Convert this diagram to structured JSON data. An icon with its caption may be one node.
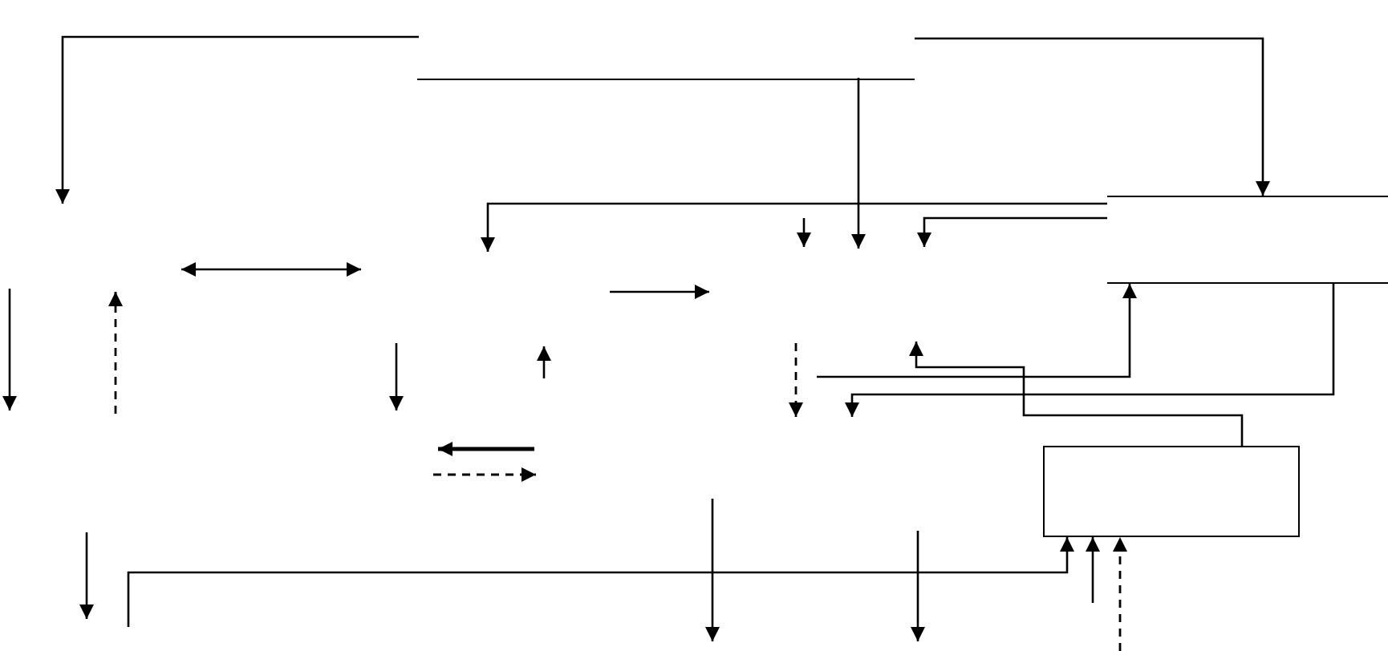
{
  "diagram": {
    "nodes": [
      {
        "text": [],
        "shape": "line"
      },
      {
        "text": [],
        "shape": "store"
      },
      {
        "text": [],
        "shape": "box"
      }
    ],
    "edges": [
      {
        "from": null,
        "to": 1,
        "arrow": "to"
      },
      {
        "from": 0,
        "to": null,
        "arrow": "to"
      },
      {
        "from": 1,
        "to": null,
        "arrow": "to"
      },
      {
        "from": 1,
        "to": null,
        "arrow": "to"
      },
      {
        "from": null,
        "to": 1,
        "arrow": "to"
      },
      {
        "from": 1,
        "to": null,
        "arrow": "to"
      },
      {
        "from": 2,
        "to": null,
        "arrow": "to"
      },
      {
        "from": null,
        "to": 2,
        "arrow": "to"
      },
      {
        "from": null,
        "to": 2,
        "arrow": "to"
      },
      {
        "from": null,
        "to": 2,
        "arrow": "to",
        "style": "dashed"
      }
    ]
  }
}
